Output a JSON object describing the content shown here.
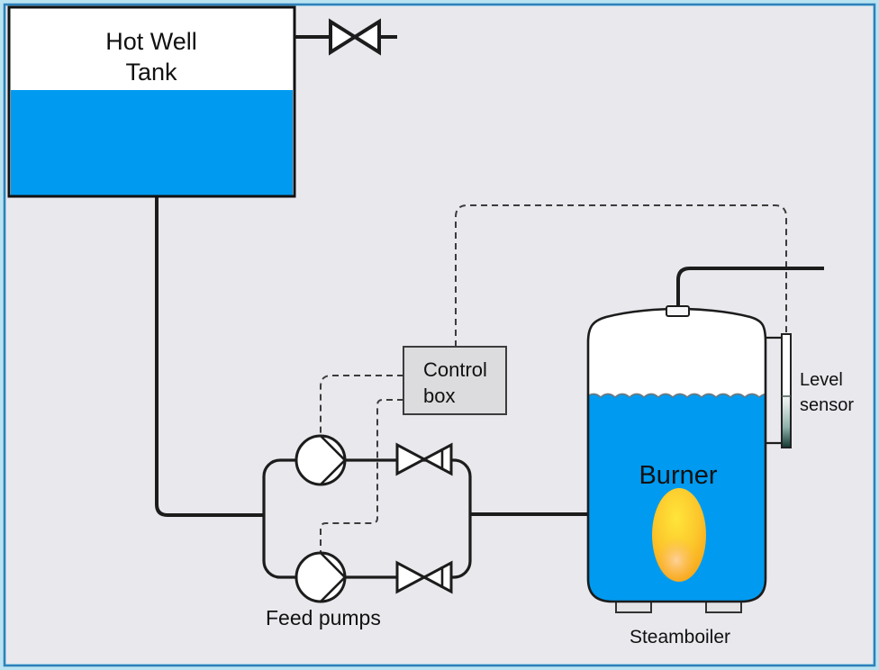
{
  "colors": {
    "background": "#e8e8ed",
    "frame_outer": "#b9e3f1",
    "frame_line": "#2f80b9",
    "water": "#009af0",
    "control_box_fill": "#dcdcde",
    "feet_fill": "#e3e3e6",
    "flame_core": "#ffe53a",
    "flame_mid": "#fcc72c",
    "flame_edge": "#f5920f",
    "flame_base": "#fed3a0",
    "sensor_dark": "#123832"
  },
  "labels": {
    "hot_well_tank_line1": "Hot Well",
    "hot_well_tank_line2": "Tank",
    "control_box_line1": "Control",
    "control_box_line2": "box",
    "feed_pumps": "Feed pumps",
    "burner": "Burner",
    "level_sensor_line1": "Level",
    "level_sensor_line2": "sensor",
    "steamboiler": "Steamboiler"
  }
}
